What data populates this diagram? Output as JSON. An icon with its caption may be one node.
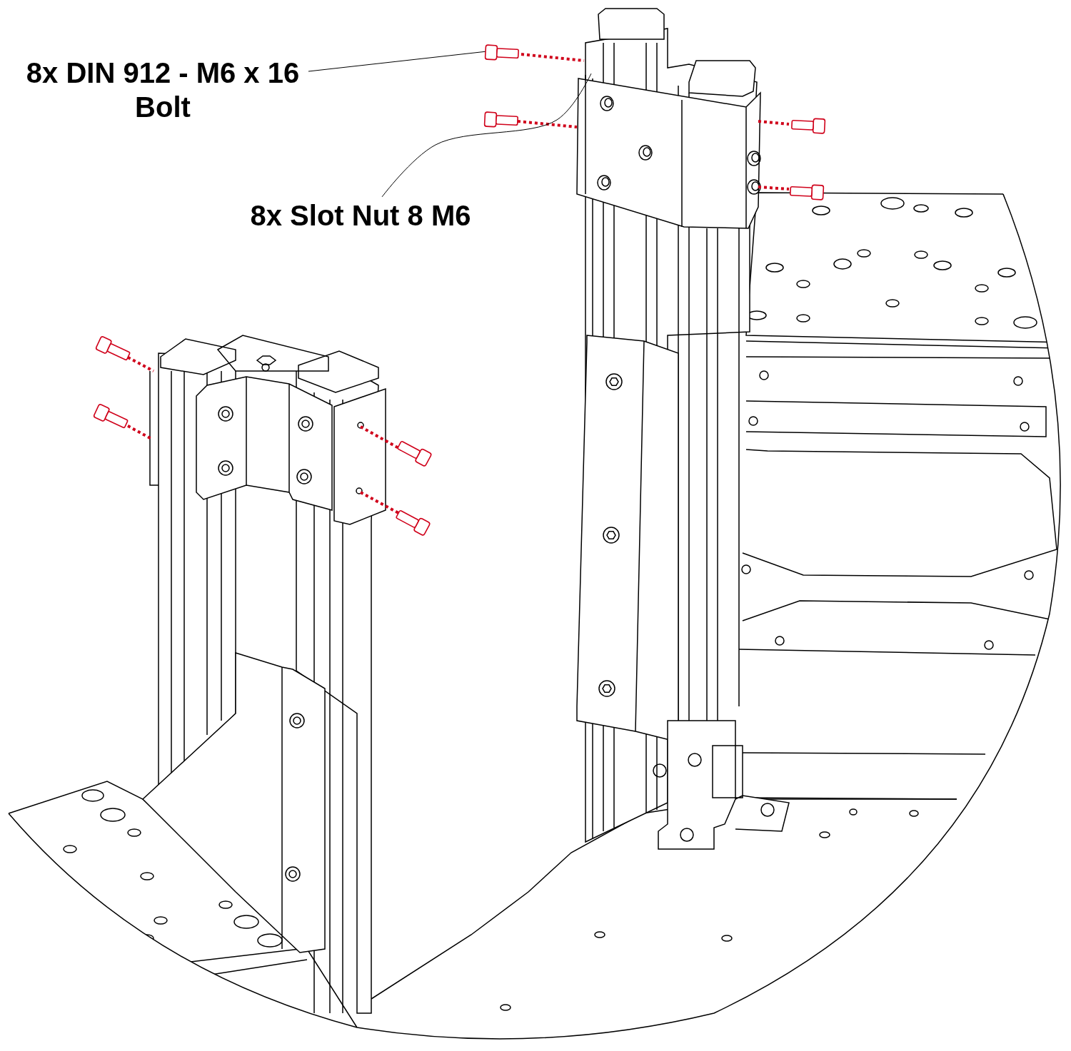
{
  "diagram": {
    "nodes": [
      {
        "text": [
          "8x DIN 912 - M6 x 16 Bolt"
        ]
      },
      {
        "text": [],
        "shape": "picture"
      },
      {
        "text": [
          "8x Slot Nut 8 M6"
        ]
      }
    ],
    "edges": [
      {
        "from": 0,
        "to": 1,
        "arrow": "none"
      },
      {
        "from": 2,
        "to": null,
        "arrow": "none"
      }
    ]
  }
}
